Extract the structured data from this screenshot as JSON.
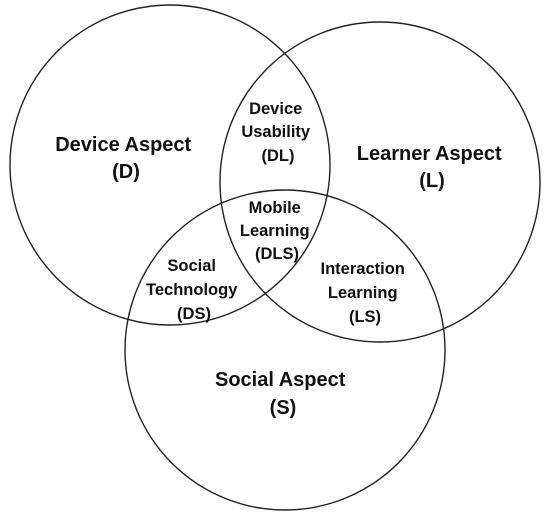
{
  "diagram": {
    "type": "venn",
    "colors": {
      "stroke": "#222222",
      "text": "#111111",
      "background": "#ffffff"
    },
    "sets": [
      {
        "id": "D",
        "lines": [
          "Device Aspect",
          "(D)"
        ]
      },
      {
        "id": "L",
        "lines": [
          "Learner Aspect",
          "(L)"
        ]
      },
      {
        "id": "S",
        "lines": [
          "Social Aspect",
          "(S)"
        ]
      }
    ],
    "intersections": [
      {
        "id": "DL",
        "lines": [
          "Device",
          "Usability",
          "(DL)"
        ]
      },
      {
        "id": "DS",
        "lines": [
          "Social",
          "Technology",
          "(DS)"
        ]
      },
      {
        "id": "LS",
        "lines": [
          "Interaction",
          "Learning",
          "(LS)"
        ]
      },
      {
        "id": "DLS",
        "lines": [
          "Mobile",
          "Learning",
          "(DLS)"
        ]
      }
    ]
  }
}
